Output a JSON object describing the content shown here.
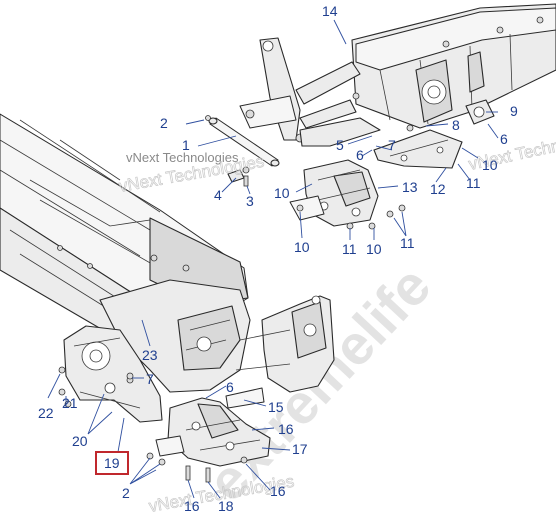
{
  "watermarks": {
    "main": "extremelife",
    "brand": "vNext Technologies",
    "brand_outline_a": "vNext Technologies",
    "brand_outline_b": "vNext Technologies",
    "brand_outline_c": "vNext Technologies"
  },
  "colors": {
    "callout": "#1f3f8f",
    "highlight": "#c0282d"
  },
  "callouts": {
    "c14": "14",
    "c9": "9",
    "c2_top": "2",
    "c1": "1",
    "c8": "8",
    "c6_right": "6",
    "c5": "5",
    "c7_top": "7",
    "c6_mid": "6",
    "c10_right": "10",
    "c10_mid": "10",
    "c13": "13",
    "c12": "12",
    "c11_right": "11",
    "c4": "4",
    "c3": "3",
    "c10_lower": "10",
    "c11_a": "11",
    "c10_b": "10",
    "c11_b": "11",
    "c23": "23",
    "c7_left": "7",
    "c22": "22",
    "c21": "21",
    "c6_low": "6",
    "c15": "15",
    "c20": "20",
    "c16_right": "16",
    "c17": "17",
    "c19": "19",
    "c2_low": "2",
    "c16_low": "16",
    "c16_bottom": "16",
    "c18": "18"
  }
}
